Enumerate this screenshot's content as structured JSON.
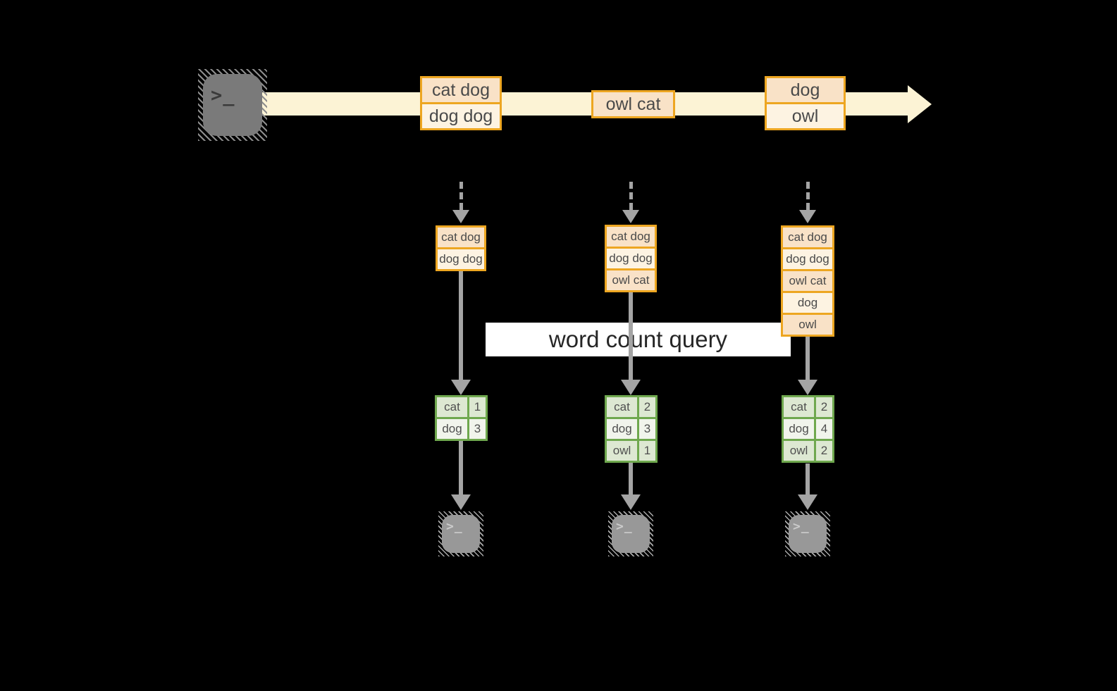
{
  "stream": {
    "source": {
      "icon": "terminal-icon",
      "glyph": ">_"
    },
    "batches": [
      {
        "lines": [
          "cat dog",
          "dog dog"
        ]
      },
      {
        "lines": [
          "owl cat"
        ]
      },
      {
        "lines": [
          "dog",
          "owl"
        ]
      }
    ]
  },
  "query": {
    "label": "word count query"
  },
  "columns": [
    {
      "buffer": [
        "cat dog",
        "dog dog"
      ],
      "counts": {
        "rows": [
          [
            "cat",
            "1"
          ],
          [
            "dog",
            "3"
          ]
        ]
      }
    },
    {
      "buffer": [
        "cat dog",
        "dog dog",
        "owl cat"
      ],
      "counts": {
        "rows": [
          [
            "cat",
            "2"
          ],
          [
            "dog",
            "3"
          ],
          [
            "owl",
            "1"
          ]
        ]
      }
    },
    {
      "buffer": [
        "cat dog",
        "dog dog",
        "owl cat",
        "dog",
        "owl"
      ],
      "counts": {
        "rows": [
          [
            "cat",
            "2"
          ],
          [
            "dog",
            "4"
          ],
          [
            "owl",
            "2"
          ]
        ]
      }
    }
  ],
  "sinks": {
    "icon": "terminal-icon",
    "glyph": ">_"
  },
  "colors": {
    "band": "#fcf3d5",
    "accent_orange": "#eda621",
    "fill_peach": "#f9e2c7",
    "fill_cream": "#fdf3e2",
    "green_border": "#6fa84e",
    "fill_green_tint": "#dde8d2",
    "fill_green_light": "#f1f4ec",
    "arrow_gray": "#a4a4a4",
    "terminal_dark": "#7a7a7a",
    "terminal_light": "#989898",
    "label_bg": "#ffffff"
  }
}
